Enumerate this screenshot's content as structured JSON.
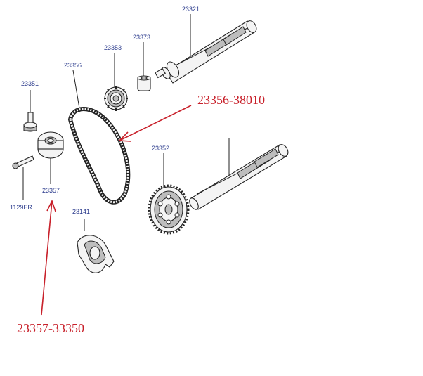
{
  "callouts": {
    "c23321": "23321",
    "c23373": "23373",
    "c23353": "23353",
    "c23356": "23356",
    "c23351": "23351",
    "c23352": "23352",
    "c23357": "23357",
    "c1129er": "1129ER",
    "c23141": "23141"
  },
  "annotations": {
    "belt_part_number": "23356-38010",
    "tensioner_part_number": "23357-33350"
  },
  "colors": {
    "callout_text": "#2a3a8c",
    "annotation_red": "#c8202a",
    "line_art": "#222222"
  }
}
